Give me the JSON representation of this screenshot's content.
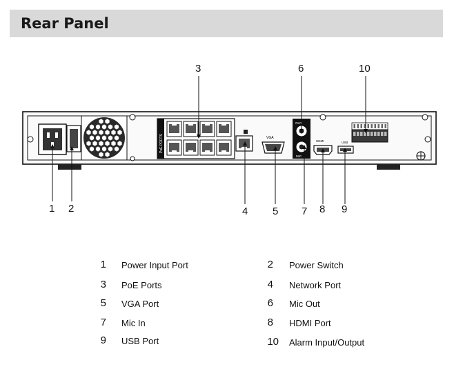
{
  "title": "Rear Panel",
  "callouts": [
    "1",
    "2",
    "3",
    "4",
    "5",
    "6",
    "7",
    "8",
    "9",
    "10"
  ],
  "panel_labels": {
    "poe_ports": "PoE PORTS",
    "vga": "VGA",
    "mic_out": "OUT",
    "mic_in": "MIC",
    "hdmi": "HDMI",
    "usb": "USB"
  },
  "legend": [
    {
      "num": "1",
      "label": "Power Input Port"
    },
    {
      "num": "2",
      "label": "Power Switch"
    },
    {
      "num": "3",
      "label": "PoE Ports"
    },
    {
      "num": "4",
      "label": "Network Port"
    },
    {
      "num": "5",
      "label": "VGA Port"
    },
    {
      "num": "6",
      "label": "Mic Out"
    },
    {
      "num": "7",
      "label": "Mic In"
    },
    {
      "num": "8",
      "label": "HDMI Port"
    },
    {
      "num": "9",
      "label": "USB Port"
    },
    {
      "num": "10",
      "label": "Alarm Input/Output"
    }
  ]
}
